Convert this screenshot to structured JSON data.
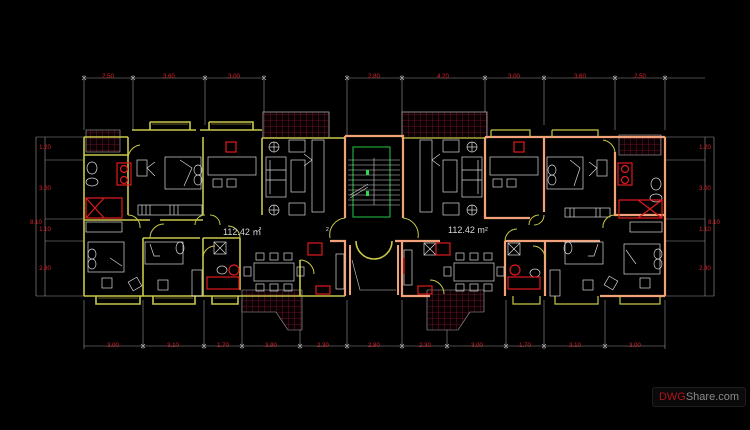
{
  "drawing": {
    "title": "Residential floor plan - two apartments with central stair core",
    "background": "#000000",
    "colors": {
      "dimension_text": "#e0212a",
      "dimension_line": "#9a9a9a",
      "wall_yellow": "#c8c84a",
      "wall_orange": "#f2a27a",
      "fixture_red": "#e0191f",
      "furniture_white": "#d8d8d8",
      "stair_green": "#1fa83a",
      "balcony_hatch": "#7a1a2a"
    },
    "dimensions": {
      "top": [
        "2.50",
        "3.60",
        "3.00",
        "2.80",
        "4.20",
        "3.00",
        "3.60",
        "2.50"
      ],
      "bottom": [
        "3.00",
        "3.10",
        "1.70",
        "3.90",
        "2.30",
        "2.80",
        "2.30",
        "3.00",
        "1.70",
        "3.10",
        "3.00"
      ],
      "left": [
        "1.20",
        "3.00",
        "1.10",
        "2.80"
      ],
      "left_total": "8.10",
      "right": [
        "1.20",
        "3.00",
        "1.10",
        "2.80"
      ],
      "right_total": "8.10"
    },
    "labels": {
      "area_left": "112.42 ㎡",
      "area_right": "112.42 m²",
      "stair_mark": "2"
    }
  },
  "watermark": {
    "part1": "DWG",
    "part2": "Share.com"
  }
}
